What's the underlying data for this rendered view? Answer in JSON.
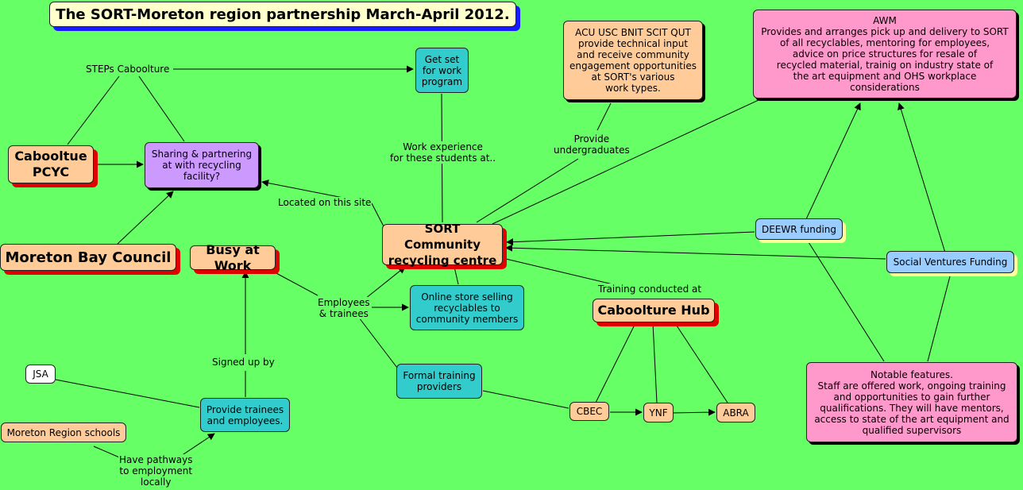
{
  "title": "The SORT-Moreton region partnership March-April 2012.",
  "concepts": {
    "steps_caboolture": "STEPs Caboolture",
    "caboolture_pcyc": "Cabooltue\nPCYC",
    "sharing": "Sharing & partnering\nat with recycling\nfacility?",
    "moreton_bay_council": "Moreton Bay Council",
    "busy_at_work": "Busy at Work",
    "get_set": "Get set\nfor work\nprogram",
    "sort": "SORT Community\nrecycling centre",
    "online_store": "Online store selling\nrecyclables to\ncommunity members",
    "acu": "ACU USC BNIT SCIT QUT\nprovide technical input\nand receive community\nengagement opportunities\nat SORT's various\nwork types.",
    "awm": "AWM\nProvides and arranges pick up and delivery to SORT\nof all recyclables, mentoring for employees,\nadvice on price structures for resale of\nrecycled material, trainig on industry state of\nthe art equipment and OHS workplace\nconsiderations",
    "deewr": "DEEWR funding",
    "social_ventures": "Social Ventures Funding",
    "caboolture_hub": "Caboolture Hub",
    "formal_training": "Formal training\nproviders",
    "cbec": "CBEC",
    "ynf": "YNF",
    "abra": "ABRA",
    "notable": "Notable features.\nStaff are offered work, ongoing training\nand opportunities to gain further\nqualifications. They will have mentors,\naccess to state of the art equipment and\nqualified supervisors",
    "jsa": "JSA",
    "provide_trainees": "Provide trainees\nand employees.",
    "moreton_schools": "Moreton Region schools"
  },
  "link_labels": {
    "located": "Located on this site",
    "work_experience": "Work experience\nfor these students at..",
    "provide_undergrads": "Provide\nundergraduates",
    "training_conducted": "Training conducted at",
    "employees_trainees": "Employees\n& trainees",
    "signed_up_by": "Signed up by",
    "have_pathways": "Have pathways\nto employment\nlocally"
  },
  "colors": {
    "background": "#66ff66",
    "peach": "#ffcc99",
    "purple": "#cc99ff",
    "teal": "#33cccc",
    "pink": "#ff99cc",
    "blue": "#99ccff",
    "shadow_red": "#e00000",
    "title_shadow": "#1a1aff"
  }
}
